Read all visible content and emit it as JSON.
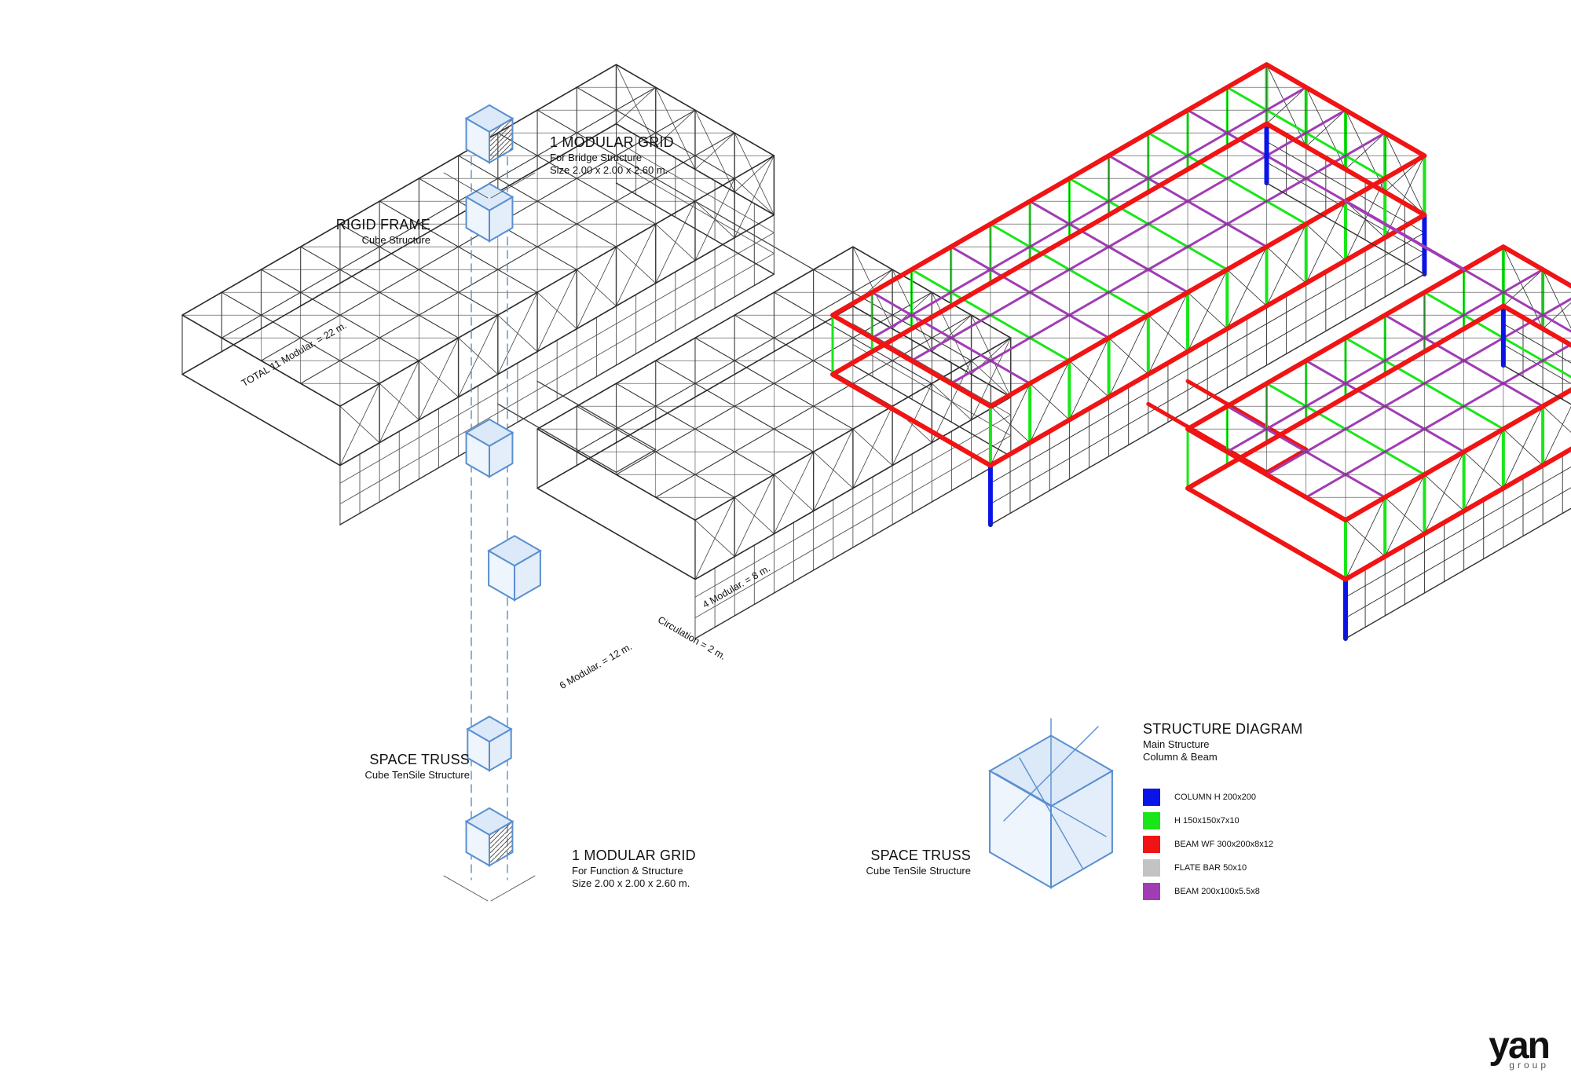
{
  "labels": {
    "grid_top": {
      "title": "1 MODULAR GRID",
      "line1": "For Bridge Structure",
      "line2": "Size 2.00 x 2.00 x 2.60 m."
    },
    "rigid_frame": {
      "title": "RIGID FRAME",
      "sub": "Cube Structure"
    },
    "space_truss_left": {
      "title": "SPACE TRUSS",
      "sub": "Cube TenSile Structure"
    },
    "grid_bottom": {
      "title": "1 MODULAR GRID",
      "line1": "For Function & Structure",
      "line2": "Size 2.00 x 2.00 x 2.60 m."
    },
    "structure_diagram": {
      "title": "STRUCTURE DIAGRAM",
      "line1": "Main Structure",
      "line2": "Column & Beam"
    },
    "space_truss_right": {
      "title": "SPACE TRUSS",
      "sub": "Cube TenSile Structure"
    }
  },
  "dimensions": {
    "total": "TOTAL 11 Modular. = 22 m.",
    "four": "4 Modular. = 8 m.",
    "circulation": "Circulation = 2 m.",
    "six": "6 Modular. = 12 m."
  },
  "cube_dims": {
    "width": "2000mm",
    "depth": "2000mm",
    "height": "2600mm"
  },
  "legend": [
    {
      "color": "#0a14e6",
      "label": "COLUMN H 200x200"
    },
    {
      "color": "#19e619",
      "label": "H 150x150x7x10"
    },
    {
      "color": "#f01414",
      "label": "BEAM WF 300x200x8x12"
    },
    {
      "color": "#c3c3c3",
      "label": "FLATE BAR 50x10"
    },
    {
      "color": "#a03cb4",
      "label": "BEAM 200x100x5.5x8"
    }
  ],
  "logo": {
    "main": "yan",
    "sub": "group"
  },
  "colors": {
    "cube_blue": "#5a8fd0",
    "cube_fill": "#dbe9f8",
    "structure_line": "#333333"
  }
}
